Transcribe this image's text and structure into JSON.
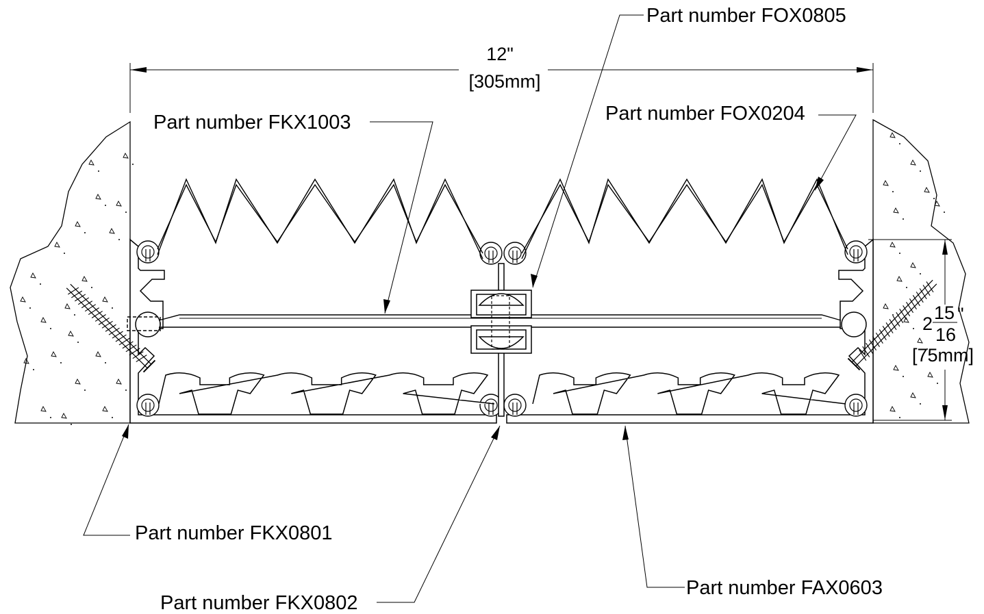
{
  "dimensions": {
    "width_in": "12\"",
    "width_mm": "[305mm]",
    "height_whole": "2",
    "height_num": "15",
    "height_den": "16",
    "height_inch_mark": "\"",
    "height_mm": "[75mm]"
  },
  "labels": {
    "fox0805": "Part number FOX0805",
    "fkx1003": "Part number FKX1003",
    "fox0204": "Part number FOX0204",
    "fkx0801": "Part number FKX0801",
    "fkx0802": "Part number FKX0802",
    "fax0603": "Part number FAX0603"
  },
  "colors": {
    "line": "#000000",
    "background": "#ffffff"
  }
}
